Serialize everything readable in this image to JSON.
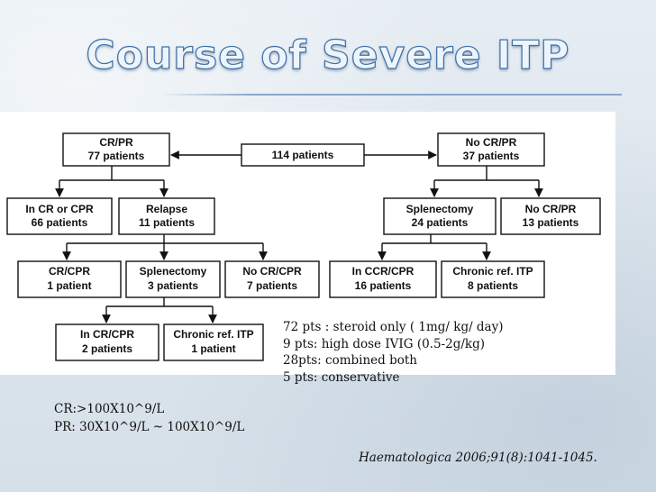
{
  "slide": {
    "title": "Course of Severe ITP"
  },
  "diagram": {
    "root": {
      "line1": "114 patients"
    },
    "cr_pr": {
      "line1": "CR/PR",
      "line2": "77 patients"
    },
    "no_cr_pr": {
      "line1": "No CR/PR",
      "line2": "37 patients"
    },
    "in_cr_cpr_66": {
      "line1": "In CR or CPR",
      "line2": "66 patients"
    },
    "relapse": {
      "line1": "Relapse",
      "line2": "11 patients"
    },
    "splenectomy_24": {
      "line1": "Splenectomy",
      "line2": "24 patients"
    },
    "no_cr_pr_13": {
      "line1": "No CR/PR",
      "line2": "13 patients"
    },
    "cr_cpr_1": {
      "line1": "CR/CPR",
      "line2": "1 patient"
    },
    "splenectomy_3": {
      "line1": "Splenectomy",
      "line2": "3 patients"
    },
    "no_cr_cpr_7": {
      "line1": "No CR/CPR",
      "line2": "7 patients"
    },
    "in_ccr_cpr_16": {
      "line1": "In CCR/CPR",
      "line2": "16 patients"
    },
    "chronic_ref_8": {
      "line1": "Chronic ref. ITP",
      "line2": "8 patients"
    },
    "in_cr_cpr_2": {
      "line1": "In CR/CPR",
      "line2": "2 patients"
    },
    "chronic_ref_1": {
      "line1": "Chronic ref. ITP",
      "line2": "1 patient"
    }
  },
  "treatment_notes": [
    "72 pts : steroid only ( 1mg/ kg/ day)",
    "9 pts: high dose IVIG (0.5-2g/kg)",
    "28pts: combined both",
    "5 pts: conservative"
  ],
  "definitions": [
    "CR:>100X10^9/L",
    "PR: 30X10^9/L ~ 100X10^9/L"
  ],
  "reference": "Haematologica 2006;91(8):1041-1045."
}
